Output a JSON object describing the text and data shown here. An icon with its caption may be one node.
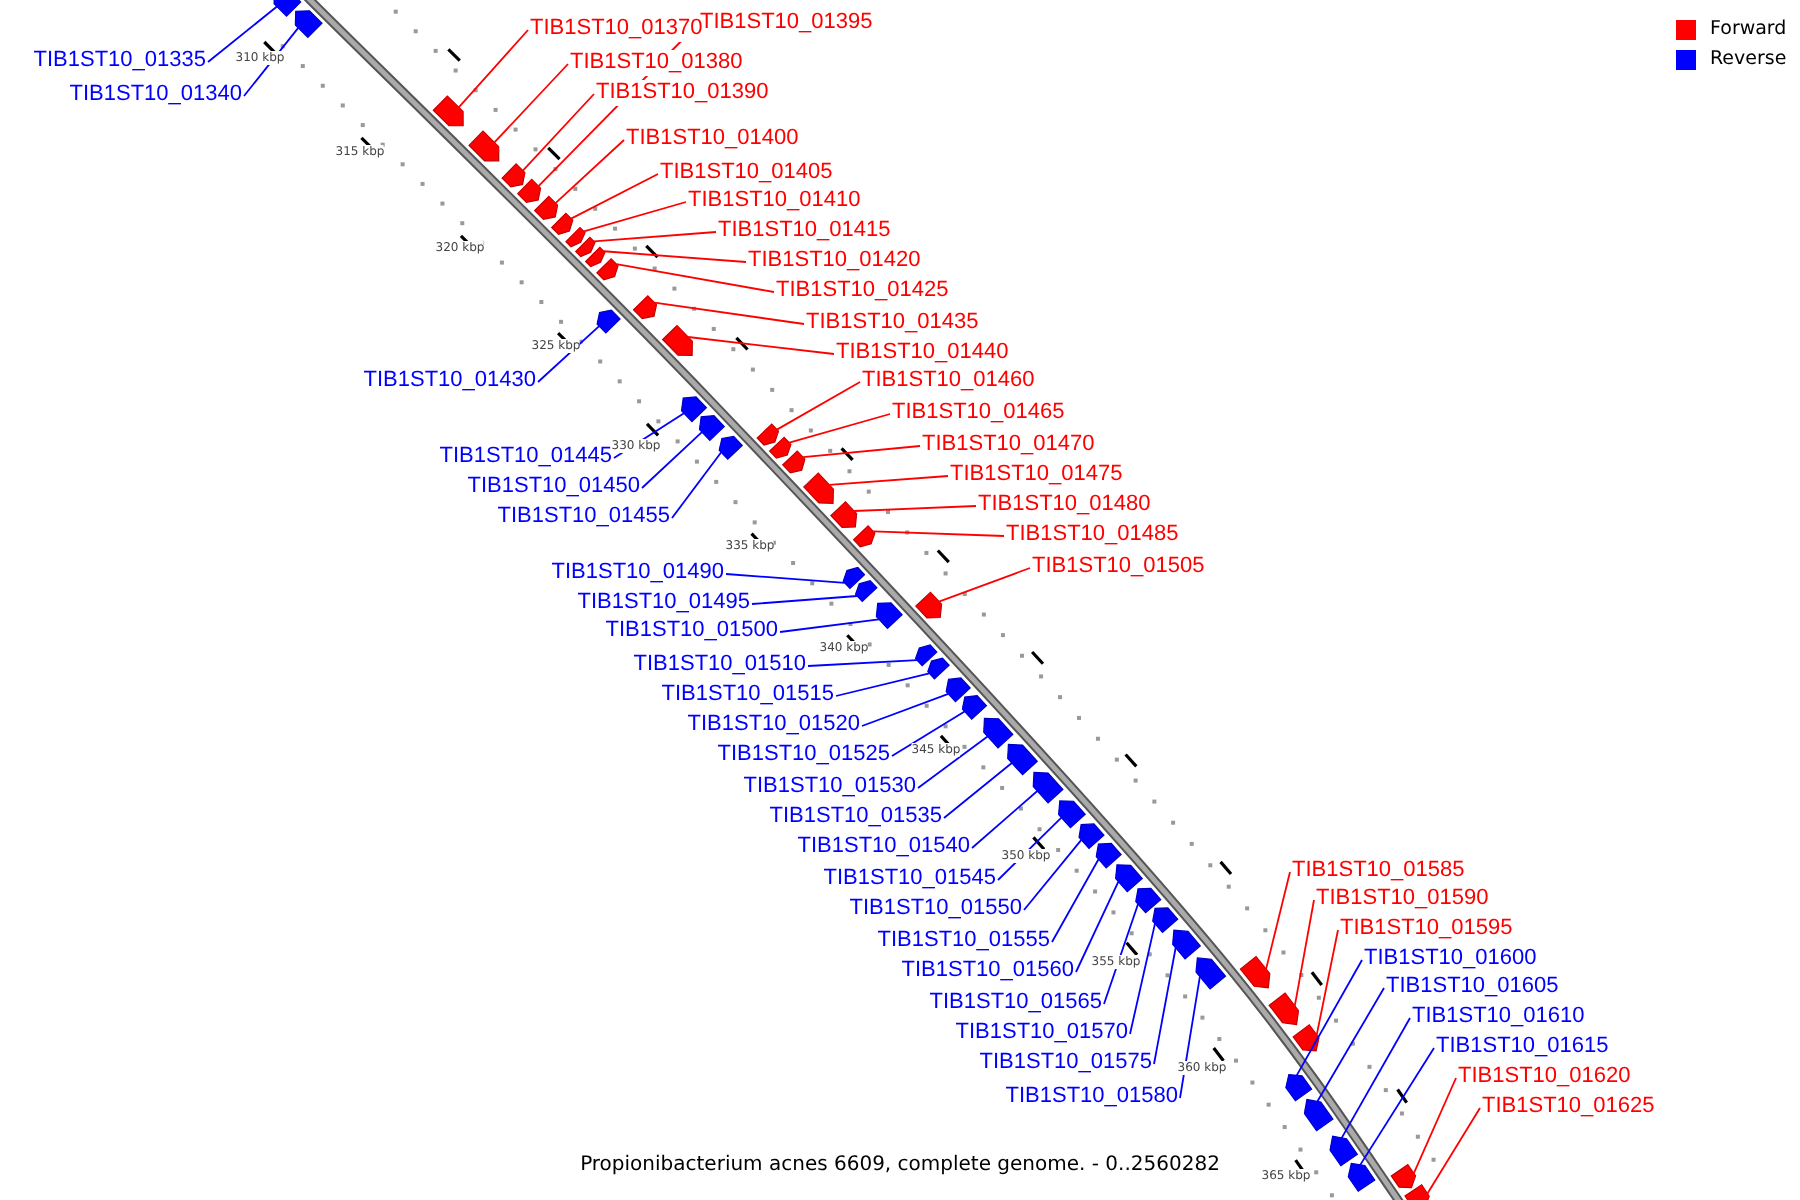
{
  "diagram": {
    "caption": "Propionibacterium acnes 6609, complete genome. - 0..2560282",
    "nodes": [
      {
        "text": [
          "TIB1ST10_01395"
        ]
      },
      {
        "text": [
          "TIB1ST10_01370"
        ]
      },
      {
        "text": [
          "TIB1ST10_01335"
        ]
      },
      {
        "text": [
          "TIB1ST10_01380"
        ]
      },
      {
        "text": [
          "TIB1ST10_01390"
        ]
      },
      {
        "text": [
          "TIB1ST10_01340"
        ]
      },
      {
        "text": [
          "TIB1ST10_01400"
        ]
      },
      {
        "text": [
          "TIB1ST10_01405"
        ]
      },
      {
        "text": [
          "TIB1ST10_01410"
        ]
      },
      {
        "text": [
          "TIB1ST10_01415"
        ]
      },
      {
        "text": [
          "TIB1ST10_01420"
        ]
      },
      {
        "text": [
          "TIB1ST10_01425"
        ]
      },
      {
        "text": [
          "TIB1ST10_01435"
        ]
      },
      {
        "text": [
          "TIB1ST10_01440"
        ]
      },
      {
        "text": [
          "TIB1ST10_01430"
        ]
      },
      {
        "text": [
          "TIB1ST10_01460"
        ]
      },
      {
        "text": [
          "TIB1ST10_01465"
        ]
      },
      {
        "text": [
          "TIB1ST10_01470"
        ]
      },
      {
        "text": [
          "TIB1ST10_01445"
        ]
      },
      {
        "text": [
          "TIB1ST10_01475"
        ]
      },
      {
        "text": [
          "TIB1ST10_01450"
        ]
      },
      {
        "text": [
          "TIB1ST10_01480"
        ]
      },
      {
        "text": [
          "TIB1ST10_01455"
        ]
      },
      {
        "text": [
          "TIB1ST10_01485"
        ]
      },
      {
        "text": [
          "TIB1ST10_01505"
        ]
      },
      {
        "text": [
          "TIB1ST10_01490"
        ]
      },
      {
        "text": [
          "TIB1ST10_01495"
        ]
      },
      {
        "text": [
          "TIB1ST10_01500"
        ]
      },
      {
        "text": [
          "TIB1ST10_01510"
        ]
      },
      {
        "text": [
          "TIB1ST10_01515"
        ]
      },
      {
        "text": [
          "TIB1ST10_01520"
        ]
      },
      {
        "text": [
          "TIB1ST10_01525"
        ]
      },
      {
        "text": [
          "TIB1ST10_01530"
        ]
      },
      {
        "text": [
          "TIB1ST10_01535"
        ]
      },
      {
        "text": [
          "TIB1ST10_01540"
        ]
      },
      {
        "text": [
          "TIB1ST10_01545"
        ]
      },
      {
        "text": [
          "TIB1ST10_01550"
        ]
      },
      {
        "text": [
          "TIB1ST10_01555"
        ]
      },
      {
        "text": [
          "TIB1ST10_01560"
        ]
      },
      {
        "text": [
          "TIB1ST10_01565"
        ]
      },
      {
        "text": [
          "TIB1ST10_01570"
        ]
      },
      {
        "text": [
          "TIB1ST10_01575"
        ]
      },
      {
        "text": [
          "TIB1ST10_01580"
        ]
      },
      {
        "text": [
          "TIB1ST10_01585"
        ]
      },
      {
        "text": [
          "TIB1ST10_01590"
        ]
      },
      {
        "text": [
          "TIB1ST10_01595"
        ]
      },
      {
        "text": [
          "TIB1ST10_01600"
        ]
      },
      {
        "text": [
          "TIB1ST10_01605"
        ]
      },
      {
        "text": [
          "TIB1ST10_01610"
        ]
      },
      {
        "text": [
          "TIB1ST10_01615"
        ]
      },
      {
        "text": [
          "TIB1ST10_01620"
        ]
      },
      {
        "text": [
          "TIB1ST10_01625"
        ]
      },
      {
        "text": [],
        "shape": "pentagon"
      },
      {
        "text": [],
        "shape": "pentagon"
      },
      {
        "text": [],
        "shape": "pentagon"
      },
      {
        "text": [],
        "shape": "pentagon"
      },
      {
        "text": [],
        "shape": "pentagon"
      },
      {
        "text": [],
        "shape": "pentagon"
      },
      {
        "text": [],
        "shape": "pentagon"
      },
      {
        "text": [],
        "shape": "pentagon"
      },
      {
        "text": [],
        "shape": "pentagon"
      },
      {
        "text": [],
        "shape": "pentagon"
      },
      {
        "text": [],
        "shape": "pentagon"
      },
      {
        "text": [],
        "shape": "pentagon"
      },
      {
        "text": [],
        "shape": "pentagon"
      },
      {
        "text": [],
        "shape": "pentagon"
      },
      {
        "text": [],
        "shape": "pentagon"
      },
      {
        "text": [],
        "shape": "pentagon"
      },
      {
        "text": [],
        "shape": "pentagon"
      },
      {
        "text": [],
        "shape": "pentagon"
      },
      {
        "text": [],
        "shape": "pentagon"
      },
      {
        "text": [],
        "shape": "pentagon"
      },
      {
        "text": [],
        "shape": "pentagon"
      },
      {
        "text": [],
        "shape": "pentagon"
      },
      {
        "text": [],
        "shape": "pentagon"
      },
      {
        "text": [],
        "shape": "pentagon"
      },
      {
        "text": [],
        "shape": "pentagon"
      },
      {
        "text": [],
        "shape": "pentagon"
      },
      {
        "text": [],
        "shape": "pentagon"
      },
      {
        "text": [],
        "shape": "pentagon"
      },
      {
        "text": [],
        "shape": "pentagon"
      },
      {
        "text": [],
        "shape": "pentagon"
      },
      {
        "text": [],
        "shape": "pentagon"
      },
      {
        "text": [],
        "shape": "pentagon"
      },
      {
        "text": [],
        "shape": "pentagon"
      },
      {
        "text": [],
        "shape": "pentagon"
      },
      {
        "text": [],
        "shape": "pentagon"
      },
      {
        "text": [],
        "shape": "pentagon"
      },
      {
        "text": [],
        "shape": "pentagon"
      },
      {
        "text": [],
        "shape": "pentagon"
      },
      {
        "text": [],
        "shape": "pentagon"
      },
      {
        "text": [],
        "shape": "pentagon"
      },
      {
        "text": [],
        "shape": "pentagon"
      },
      {
        "text": [],
        "shape": "pentagon"
      },
      {
        "text": [],
        "shape": "pentagon"
      },
      {
        "text": [],
        "shape": "pentagon"
      },
      {
        "text": [],
        "shape": "pentagon"
      },
      {
        "text": [],
        "shape": "pentagon"
      },
      {
        "text": [],
        "shape": "pentagon"
      },
      {
        "text": [],
        "shape": "pentagon"
      },
      {
        "text": [],
        "shape": "pentagon"
      },
      {
        "text": [],
        "shape": "pentagon"
      },
      {
        "text": [],
        "shape": "pentagon"
      },
      {
        "text": [],
        "shape": "pentagon"
      }
    ],
    "edges": [
      {
        "from": 0,
        "to": 52,
        "arrow": "none",
        "color": "#ff0000"
      },
      {
        "from": 1,
        "to": 53,
        "arrow": "none",
        "color": "#ff0000"
      },
      {
        "from": 2,
        "to": 54,
        "arrow": "none"
      },
      {
        "from": 3,
        "to": 55,
        "arrow": "none",
        "color": "#ff0000"
      },
      {
        "from": 4,
        "to": 56,
        "arrow": "none",
        "color": "#ff0000"
      },
      {
        "from": 5,
        "to": 57,
        "arrow": "none"
      },
      {
        "from": 6,
        "to": 58,
        "arrow": "none",
        "color": "#ff0000"
      },
      {
        "from": 7,
        "to": 59,
        "arrow": "none",
        "color": "#ff0000"
      },
      {
        "from": 8,
        "to": 60,
        "arrow": "none",
        "color": "#ff0000"
      },
      {
        "from": 9,
        "to": 61,
        "arrow": "none",
        "color": "#ff0000"
      },
      {
        "from": 10,
        "to": 62,
        "arrow": "none",
        "color": "#ff0000"
      },
      {
        "from": 11,
        "to": 63,
        "arrow": "none",
        "color": "#ff0000"
      },
      {
        "from": 12,
        "to": 64,
        "arrow": "none",
        "color": "#ff0000"
      },
      {
        "from": 13,
        "to": 65,
        "arrow": "none",
        "color": "#ff0000"
      },
      {
        "from": 14,
        "to": 66,
        "arrow": "none"
      },
      {
        "from": 15,
        "to": 67,
        "arrow": "none",
        "color": "#ff0000"
      },
      {
        "from": 16,
        "to": 68,
        "arrow": "none",
        "color": "#ff0000"
      },
      {
        "from": 17,
        "to": 69,
        "arrow": "none",
        "color": "#ff0000"
      },
      {
        "from": 18,
        "to": 70,
        "arrow": "none"
      },
      {
        "from": 19,
        "to": 71,
        "arrow": "none",
        "color": "#ff0000"
      },
      {
        "from": 20,
        "to": 72,
        "arrow": "none"
      },
      {
        "from": 21,
        "to": 73,
        "arrow": "none",
        "color": "#ff0000"
      },
      {
        "from": 22,
        "to": 74,
        "arrow": "none"
      },
      {
        "from": 23,
        "to": 75,
        "arrow": "none",
        "color": "#ff0000"
      },
      {
        "from": 24,
        "to": 76,
        "arrow": "none",
        "color": "#ff0000"
      },
      {
        "from": 25,
        "to": 77,
        "arrow": "none"
      },
      {
        "from": 26,
        "to": 78,
        "arrow": "none"
      },
      {
        "from": 27,
        "to": 79,
        "arrow": "none"
      },
      {
        "from": 28,
        "to": 80,
        "arrow": "none"
      },
      {
        "from": 29,
        "to": 81,
        "arrow": "none"
      },
      {
        "from": 30,
        "to": 82,
        "arrow": "none"
      },
      {
        "from": 31,
        "to": 83,
        "arrow": "none"
      },
      {
        "from": 32,
        "to": 84,
        "arrow": "none"
      },
      {
        "from": 33,
        "to": 85,
        "arrow": "none"
      },
      {
        "from": 34,
        "to": 86,
        "arrow": "none"
      },
      {
        "from": 35,
        "to": 87,
        "arrow": "none"
      },
      {
        "from": 36,
        "to": 88,
        "arrow": "none"
      },
      {
        "from": 37,
        "to": 89,
        "arrow": "none"
      },
      {
        "from": 38,
        "to": 90,
        "arrow": "none"
      },
      {
        "from": 39,
        "to": 91,
        "arrow": "none"
      },
      {
        "from": 40,
        "to": 92,
        "arrow": "none"
      },
      {
        "from": 41,
        "to": 93,
        "arrow": "none"
      },
      {
        "from": 42,
        "to": 94,
        "arrow": "none"
      },
      {
        "from": 43,
        "to": 95,
        "arrow": "none",
        "color": "#ff0000"
      },
      {
        "from": 44,
        "to": 96,
        "arrow": "none",
        "color": "#ff0000"
      },
      {
        "from": 45,
        "to": 97,
        "arrow": "none",
        "color": "#ff0000"
      },
      {
        "from": 46,
        "to": 98,
        "arrow": "none"
      },
      {
        "from": 47,
        "to": 99,
        "arrow": "none"
      },
      {
        "from": 48,
        "to": 100,
        "arrow": "none"
      },
      {
        "from": 49,
        "to": 101,
        "arrow": "none"
      },
      {
        "from": 50,
        "to": 102,
        "arrow": "none",
        "color": "#ff0000"
      },
      {
        "from": 51,
        "to": 103,
        "arrow": "none",
        "color": "#ff0000"
      }
    ],
    "labels": [
      "310 kbp",
      "315 kbp",
      "320 kbp",
      "325 kbp",
      "330 kbp",
      "335 kbp",
      "340 kbp",
      "345 kbp",
      "350 kbp",
      "355 kbp",
      "360 kbp",
      "365 kbp"
    ],
    "legend": [
      {
        "text": "Forward",
        "color": "#ff0000"
      },
      {
        "text": "Reverse",
        "color": "#0000ff"
      }
    ]
  }
}
